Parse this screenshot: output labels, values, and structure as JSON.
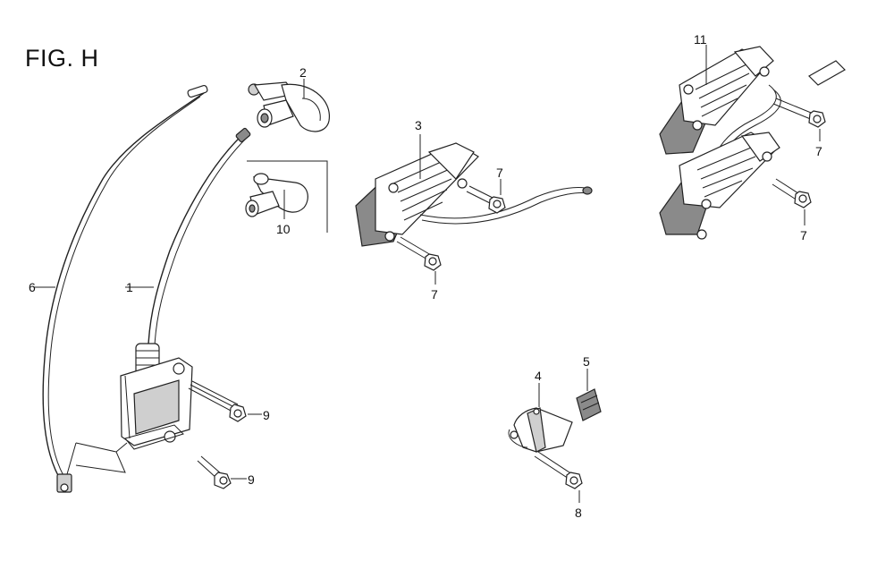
{
  "figure": {
    "title": "FIG. H"
  },
  "callouts": {
    "c1": "1",
    "c2": "2",
    "c3": "3",
    "c4": "4",
    "c5": "5",
    "c6": "6",
    "c7a": "7",
    "c7b": "7",
    "c7c": "7",
    "c7d": "7",
    "c8": "8",
    "c9a": "9",
    "c9b": "9",
    "c10": "10",
    "c11": "11"
  }
}
